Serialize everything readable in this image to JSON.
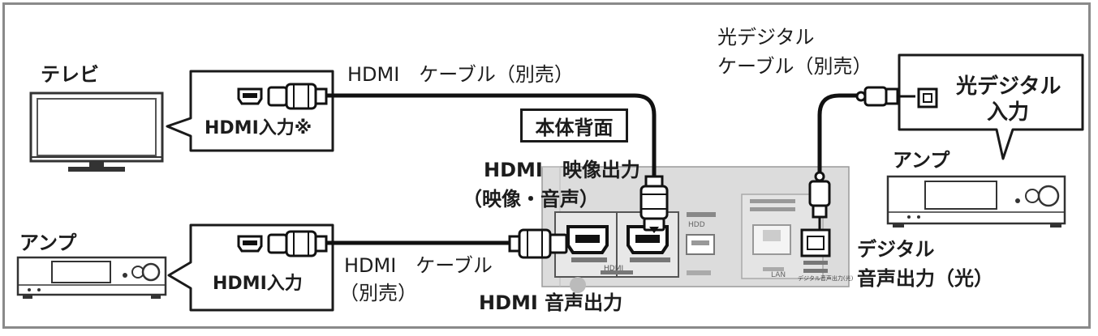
{
  "devices": {
    "tv_label": "テレビ",
    "amp_left_label": "アンプ",
    "amp_right_label": "アンプ"
  },
  "callouts": {
    "tv_input": "HDMI入力※",
    "amp_left_input": "HDMI入力",
    "amp_right_input_line1": "光デジタル",
    "amp_right_input_line2": "入力"
  },
  "cables": {
    "hdmi_top": "HDMI　ケーブル（別売）",
    "hdmi_bottom_line1": "HDMI　ケーブル",
    "hdmi_bottom_line2": "（別売）",
    "optical_line1": "光デジタル",
    "optical_line2": "ケーブル（別売）"
  },
  "rear_panel": {
    "title": "本体背面",
    "video_out_line1": "HDMI　映像出力",
    "video_out_line2": "（映像・音声）",
    "audio_out": "HDMI 音声出力",
    "digital_out_line1": "デジタル",
    "digital_out_line2": "音声出力（光）",
    "panel_small_labels": [
      "HDMI",
      "HDD",
      "LAN",
      "デジタル音声出力(光)"
    ]
  },
  "colors": {
    "frame": "#8a8a8a",
    "line": "#1a1a1a",
    "panel": "#d9d9d9"
  }
}
